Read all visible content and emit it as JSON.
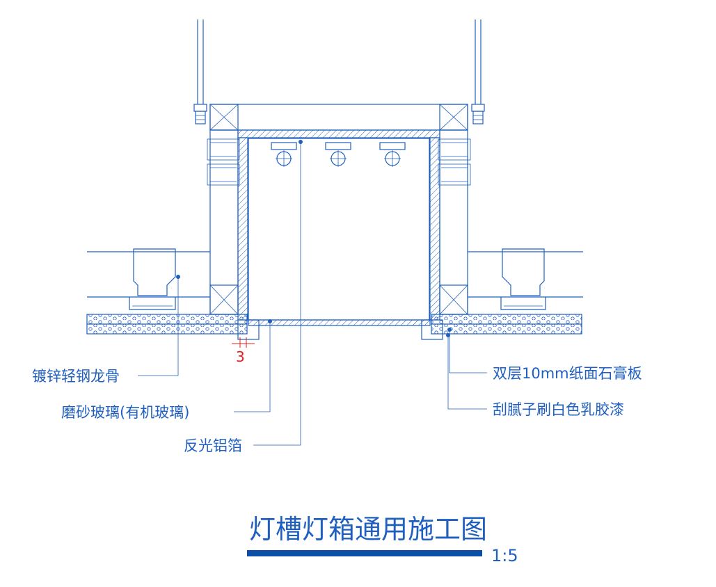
{
  "labels": {
    "keel": "镀锌轻钢龙骨",
    "frosted_glass": "磨砂玻璃(有机玻璃)",
    "foil": "反光铝箔",
    "gypsum": "双层10mm纸面石膏板",
    "putty": "刮腻子刷白色乳胶漆"
  },
  "dimension": "3",
  "title": "灯槽灯箱通用施工图",
  "scale": "1:5",
  "colors": {
    "line": "#1f5fbf",
    "dimension": "#e02020",
    "title_bar": "#0b4fa8"
  }
}
